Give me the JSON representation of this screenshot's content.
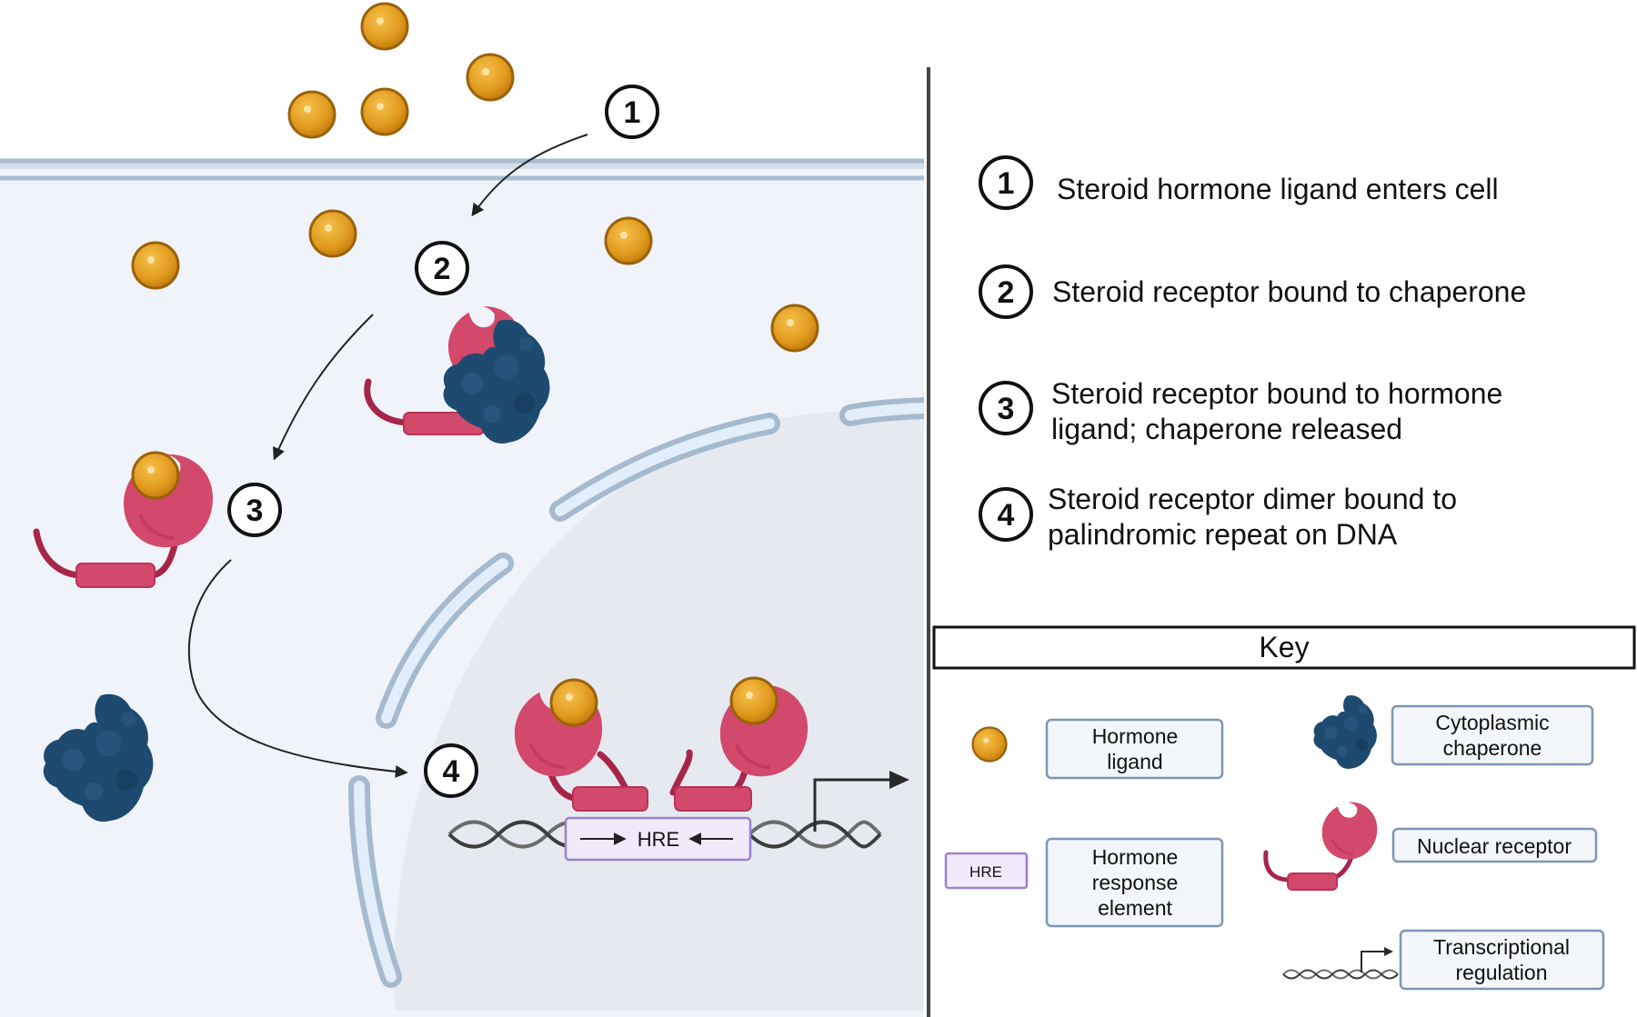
{
  "steps": [
    {
      "number": "1",
      "lines": [
        "Steroid hormone ligand enters cell"
      ]
    },
    {
      "number": "2",
      "lines": [
        "Steroid receptor bound to chaperone"
      ]
    },
    {
      "number": "3",
      "lines": [
        "Steroid receptor bound to hormone",
        "ligand; chaperone released"
      ]
    },
    {
      "number": "4",
      "lines": [
        "Steroid receptor dimer bound to",
        "palindromic repeat on DNA"
      ]
    }
  ],
  "diagram": {
    "badges": [
      "1",
      "2",
      "3",
      "4"
    ],
    "hre_label": "HRE"
  },
  "key": {
    "title": "Key",
    "items": {
      "hormone_ligand": [
        "Hormone",
        "ligand"
      ],
      "cytoplasmic_chaperone": [
        "Cytoplasmic",
        "chaperone"
      ],
      "nuclear_receptor": [
        "Nuclear receptor"
      ],
      "hre_icon": "HRE",
      "hormone_response_element": [
        "Hormone",
        "response",
        "element"
      ],
      "transcriptional_regulation": [
        "Transcriptional",
        "regulation"
      ]
    }
  },
  "colors": {
    "hormone": "#E09A1E",
    "hormone_edge": "#9A620A",
    "receptor": "#D2496B",
    "receptor_dark": "#A8254A",
    "chaperone": "#1F4A70",
    "membrane": "#B8C9DA",
    "cytoplasm": "#F0F4FA",
    "nucleus": "#E6EAF0",
    "hre_fill": "#F1EAFB",
    "hre_stroke": "#9B80C9",
    "key_box_fill": "#F3F6FA",
    "key_box_stroke": "#7D96B3"
  }
}
